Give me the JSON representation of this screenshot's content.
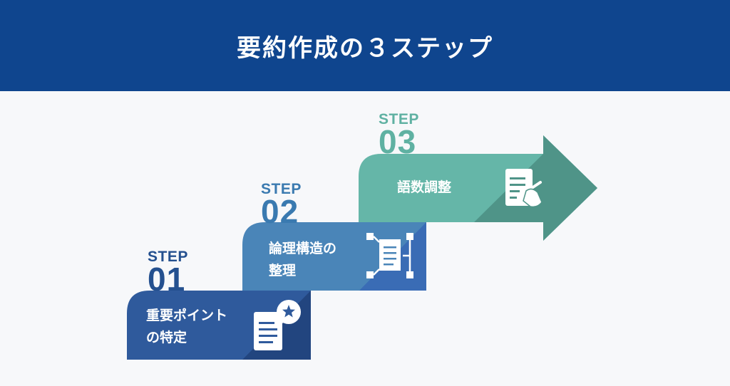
{
  "header": {
    "title": "要約作成の３ステップ"
  },
  "steps": [
    {
      "step_word": "STEP",
      "number": "01",
      "label": "重要ポイント\nの特定",
      "icon": "document-star-icon",
      "color": "#2f5a9c"
    },
    {
      "step_word": "STEP",
      "number": "02",
      "label": "論理構造の\n整理",
      "icon": "document-structure-icon",
      "color": "#4a85b8"
    },
    {
      "step_word": "STEP",
      "number": "03",
      "label": "語数調整",
      "icon": "document-edit-icon",
      "color": "#65b6a8"
    }
  ],
  "colors": {
    "header_bg": "#0f458e",
    "step1": "#2f5a9c",
    "step1_shadow": "#22457f",
    "step2": "#4a85b8",
    "step2_shadow": "#3a6cb5",
    "step3": "#65b6a8",
    "step3_shadow": "#4f9488"
  }
}
